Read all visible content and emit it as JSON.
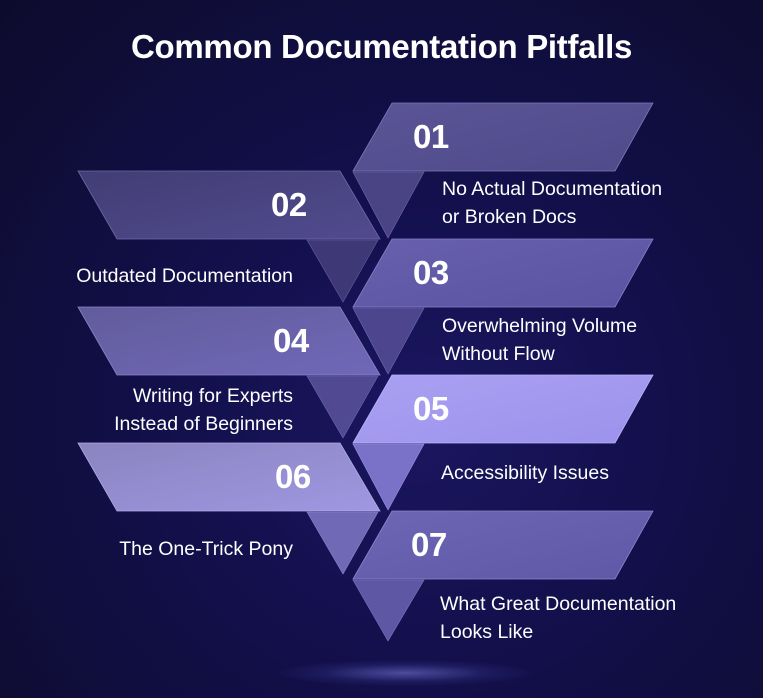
{
  "title": "Common Documentation Pitfalls",
  "colors": {
    "background": "#120f4a",
    "step_01": "#56508f",
    "step_02": "#4a4582",
    "step_03": "#6059a8",
    "step_04": "#6c65b0",
    "step_05": "#a59bf0",
    "step_06": "#9d94d8",
    "step_07": "#6660ae",
    "text": "#ffffff"
  },
  "steps": [
    {
      "number": "01",
      "side": "right",
      "label_line1": "No Actual Documentation",
      "label_line2": "or Broken Docs"
    },
    {
      "number": "02",
      "side": "left",
      "label_line1": "Outdated Documentation",
      "label_line2": ""
    },
    {
      "number": "03",
      "side": "right",
      "label_line1": "Overwhelming Volume",
      "label_line2": "Without Flow"
    },
    {
      "number": "04",
      "side": "left",
      "label_line1": "Writing for Experts",
      "label_line2": "Instead of Beginners"
    },
    {
      "number": "05",
      "side": "right",
      "label_line1": "Accessibility Issues",
      "label_line2": ""
    },
    {
      "number": "06",
      "side": "left",
      "label_line1": "The One-Trick Pony",
      "label_line2": ""
    },
    {
      "number": "07",
      "side": "right",
      "label_line1": "What Great Documentation",
      "label_line2": "Looks Like"
    }
  ]
}
